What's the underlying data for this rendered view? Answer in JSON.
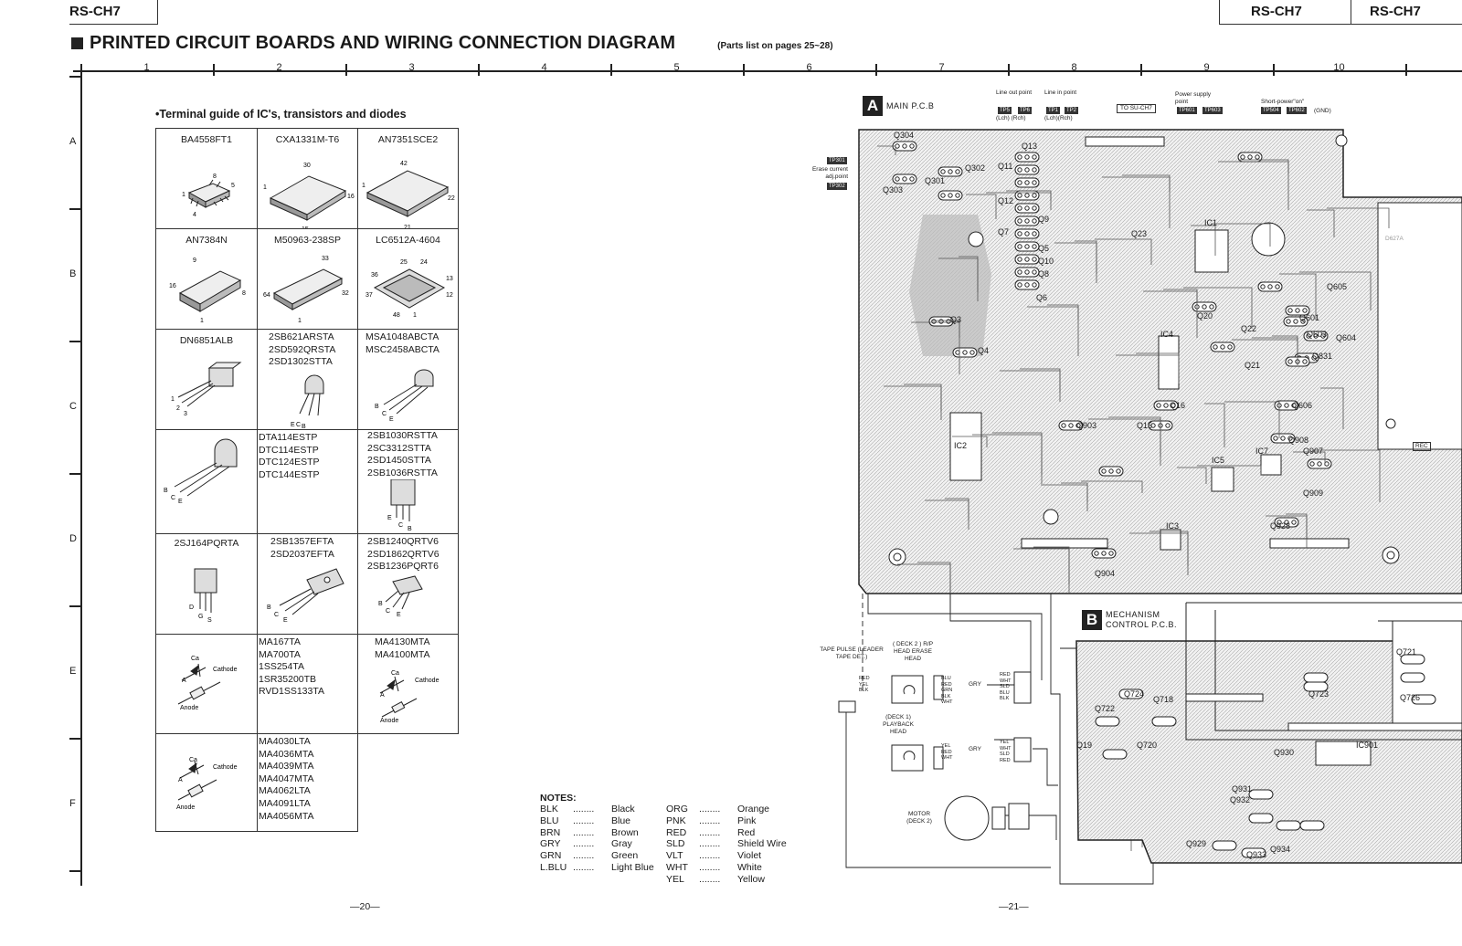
{
  "header": {
    "model_left": "RS-CH7",
    "model_right_1": "RS-CH7",
    "model_right_2": "RS-CH7"
  },
  "title": "PRINTED CIRCUIT BOARDS AND WIRING CONNECTION DIAGRAM",
  "title_note": "(Parts list on pages 25~28)",
  "columns": [
    "1",
    "2",
    "3",
    "4",
    "5",
    "6",
    "7",
    "8",
    "9",
    "10"
  ],
  "rows": [
    "A",
    "B",
    "C",
    "D",
    "E",
    "F"
  ],
  "terminal_guide": {
    "heading": "•Terminal guide of IC's, transistors and diodes",
    "cells": {
      "r1c1": "BA4558FT1",
      "r1c2": "CXA1331M-T6",
      "r1c3": "AN7351SCE2",
      "r2c1": "AN7384N",
      "r2c2": "M50963-238SP",
      "r2c3": "LC6512A-4604",
      "r3c1": "DN6851ALB",
      "r3c2": [
        "2SB621ARSTA",
        "2SD592QRSTA",
        "2SD1302STTA"
      ],
      "r3c3": [
        "MSA1048ABCTA",
        "MSC2458ABCTA"
      ],
      "r4c2": [
        "DTA114ESTP",
        "DTC114ESTP",
        "DTC124ESTP",
        "DTC144ESTP"
      ],
      "r4c3": [
        "2SB1030RSTTA",
        "2SC3312STTA",
        "2SD1450STTA",
        "2SB1036RSTTA"
      ],
      "r5c1": "2SJ164PQRTA",
      "r5c2": [
        "2SB1357EFTA",
        "2SD2037EFTA"
      ],
      "r5c3": [
        "2SB1240QRTV6",
        "2SD1862QRTV6",
        "2SB1236PQRT6"
      ],
      "r6c2": [
        "MA167TA",
        "MA700TA",
        "1SS254TA",
        "1SR35200TB",
        "RVD1SS133TA"
      ],
      "r6c3": [
        "MA4130MTA",
        "MA4100MTA"
      ],
      "r7c2": [
        "MA4030LTA",
        "MA4036MTA",
        "MA4039MTA",
        "MA4047MTA",
        "MA4062LTA",
        "MA4091LTA",
        "MA4056MTA"
      ]
    },
    "pin_labels": {
      "ba4558": [
        "8",
        "5",
        "1",
        "4"
      ],
      "cxa1331": [
        "30",
        "1",
        "16",
        "15"
      ],
      "an7351": [
        "42",
        "1",
        "22",
        "21"
      ],
      "an7384": [
        "9",
        "16",
        "8",
        "1"
      ],
      "m50963": [
        "33",
        "64",
        "32",
        "1"
      ],
      "lc6512": [
        "25",
        "24",
        "36",
        "13",
        "37",
        "12",
        "48",
        "1"
      ],
      "dn6851": [
        "1",
        "2",
        "3"
      ],
      "ecb": [
        "E",
        "C",
        "B"
      ],
      "bce": [
        "B",
        "C",
        "E"
      ],
      "dgs": [
        "D",
        "G",
        "S"
      ],
      "diode": [
        "Ca",
        "Cathode",
        "A",
        "Anode"
      ]
    }
  },
  "notes": {
    "title": "NOTES:",
    "left": [
      {
        "code": "BLK",
        "dots": "........",
        "color": "Black"
      },
      {
        "code": "BLU",
        "dots": "........",
        "color": "Blue"
      },
      {
        "code": "BRN",
        "dots": "........",
        "color": "Brown"
      },
      {
        "code": "GRY",
        "dots": "........",
        "color": "Gray"
      },
      {
        "code": "GRN",
        "dots": "........",
        "color": "Green"
      },
      {
        "code": "L.BLU",
        "dots": "........",
        "color": "Light Blue"
      }
    ],
    "right": [
      {
        "code": "ORG",
        "dots": "........",
        "color": "Orange"
      },
      {
        "code": "PNK",
        "dots": "........",
        "color": "Pink"
      },
      {
        "code": "RED",
        "dots": "........",
        "color": "Red"
      },
      {
        "code": "SLD",
        "dots": "........",
        "color": "Shield Wire"
      },
      {
        "code": "VLT",
        "dots": "........",
        "color": "Violet"
      },
      {
        "code": "WHT",
        "dots": "........",
        "color": "White"
      },
      {
        "code": "YEL",
        "dots": "........",
        "color": "Yellow"
      }
    ]
  },
  "page_numbers": {
    "left": "—20—",
    "right": "—21—"
  },
  "main_pcb": {
    "badge": "A",
    "name": "MAIN P.C.B",
    "tp_labels": {
      "line_out": "Line out point",
      "line_out_tps": [
        "TP5",
        "TP6"
      ],
      "line_out_ch": "(Lch) (Rch)",
      "line_in": "Line in point",
      "line_in_tps": [
        "TP1",
        "TP2"
      ],
      "line_in_ch": "(Lch)(Rch)",
      "to_su": "TO SU-CH7",
      "power": "Power supply point",
      "power_tps": [
        "TP601",
        "TP603"
      ],
      "short": "Short-power\"on\"",
      "short_tps": [
        "TP504",
        "TP602"
      ],
      "gnd": "(GND)",
      "erase": "Erase current adj.point",
      "erase_tps": [
        "TP301",
        "TP302"
      ]
    },
    "refs": [
      "Q304",
      "Q303",
      "Q301",
      "Q302",
      "Q13",
      "Q11",
      "Q12",
      "Q9",
      "Q7",
      "Q5",
      "Q10",
      "Q8",
      "Q6",
      "Q3",
      "Q4",
      "IC1",
      "IC2",
      "IC3",
      "IC4",
      "IC5",
      "IC7",
      "Q23",
      "Q20",
      "Q21",
      "Q22",
      "Q15",
      "Q16",
      "Q601",
      "Q603",
      "Q604",
      "Q605",
      "Q606",
      "Q831",
      "Q903",
      "Q904",
      "Q907",
      "Q908",
      "Q909",
      "Q928"
    ]
  },
  "mech_pcb": {
    "badge": "B",
    "name_1": "MECHANISM",
    "name_2": "CONTROL P.C.B.",
    "refs": [
      "Q721",
      "Q722",
      "Q723",
      "Q724",
      "Q726",
      "Q718",
      "Q720",
      "Q19",
      "Q929",
      "Q930",
      "Q931",
      "Q932",
      "Q933",
      "Q934",
      "IC901"
    ]
  },
  "wiring": {
    "tape_pulse": "TAPE PULSE (LEADER TAPE DET.)",
    "deck2_head": "( DECK 2 ) R/P HEAD ERASE HEAD",
    "deck1_head": "(DECK 1) PLAYBACK HEAD",
    "motor": "MOTOR (DECK 2)",
    "wire_colors_1": [
      "RED",
      "YEL",
      "BLK"
    ],
    "wire_colors_2": [
      "BLU",
      "RED",
      "GRN",
      "BLK",
      "WHT"
    ],
    "wire_colors_3": [
      "RED",
      "WHT",
      "SLD",
      "BLU",
      "BLK"
    ],
    "wire_colors_4": [
      "YEL",
      "RED",
      "WHT"
    ],
    "wire_colors_5": [
      "YEL",
      "WHT",
      "SLD",
      "RED"
    ],
    "gry": "GRY"
  },
  "right_panel": {
    "rec": "REC",
    "part": "D627A"
  }
}
